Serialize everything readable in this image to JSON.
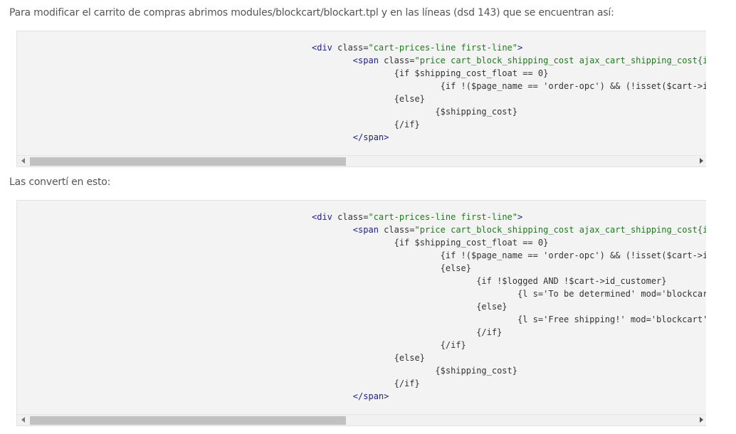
{
  "paragraphs": {
    "intro": "Para modificar el carrito de compras abrimos modules/blockcart/blockart.tpl y en las líneas (dsd 143) que se encuentran así:",
    "after": "Las convertí en esto:"
  },
  "code_block_1": {
    "lines": [
      [
        {
          "t": "tag",
          "v": "<div "
        },
        {
          "t": "attr",
          "v": "class="
        },
        {
          "t": "str",
          "v": "\"cart-prices-line first-line\""
        },
        {
          "t": "tag",
          "v": ">"
        }
      ],
      [
        {
          "t": "tpl",
          "v": "        "
        },
        {
          "t": "tag",
          "v": "<span "
        },
        {
          "t": "attr",
          "v": "class="
        },
        {
          "t": "str",
          "v": "\"price cart_block_shipping_cost ajax_cart_shipping_cost{if"
        }
      ],
      [
        {
          "t": "tpl",
          "v": "                {if $shipping_cost_float == 0}"
        }
      ],
      [
        {
          "t": "tpl",
          "v": "                         {if !($page_name == 'order-opc') && (!isset($cart->id_"
        }
      ],
      [
        {
          "t": "tpl",
          "v": "                {else}"
        }
      ],
      [
        {
          "t": "tpl",
          "v": "                        {$shipping_cost}"
        }
      ],
      [
        {
          "t": "tpl",
          "v": "                {/if}"
        }
      ],
      [
        {
          "t": "tpl",
          "v": "        "
        },
        {
          "t": "tag",
          "v": "</span>"
        }
      ]
    ]
  },
  "code_block_2": {
    "lines": [
      [
        {
          "t": "tag",
          "v": "<div "
        },
        {
          "t": "attr",
          "v": "class="
        },
        {
          "t": "str",
          "v": "\"cart-prices-line first-line\""
        },
        {
          "t": "tag",
          "v": ">"
        }
      ],
      [
        {
          "t": "tpl",
          "v": "        "
        },
        {
          "t": "tag",
          "v": "<span "
        },
        {
          "t": "attr",
          "v": "class="
        },
        {
          "t": "str",
          "v": "\"price cart_block_shipping_cost ajax_cart_shipping_cost{if"
        }
      ],
      [
        {
          "t": "tpl",
          "v": "                {if $shipping_cost_float == 0}"
        }
      ],
      [
        {
          "t": "tpl",
          "v": "                         {if !($page_name == 'order-opc') && (!isset($cart->id_"
        }
      ],
      [
        {
          "t": "tpl",
          "v": "                         {else}"
        }
      ],
      [
        {
          "t": "tpl",
          "v": "                                {if !$logged AND !$cart->id_customer}"
        }
      ],
      [
        {
          "t": "tpl",
          "v": "                                        {l s='To be determined' mod='blockcart"
        }
      ],
      [
        {
          "t": "tpl",
          "v": "                                {else}"
        }
      ],
      [
        {
          "t": "tpl",
          "v": "                                        {l s='Free shipping!' mod='blockcart'}"
        }
      ],
      [
        {
          "t": "tpl",
          "v": "                                {/if}"
        }
      ],
      [
        {
          "t": "tpl",
          "v": "                         {/if}"
        }
      ],
      [
        {
          "t": "tpl",
          "v": "                {else}"
        }
      ],
      [
        {
          "t": "tpl",
          "v": "                        {$shipping_cost}"
        }
      ],
      [
        {
          "t": "tpl",
          "v": "                {/if}"
        }
      ],
      [
        {
          "t": "tpl",
          "v": "        "
        },
        {
          "t": "tag",
          "v": "</span>"
        }
      ]
    ]
  },
  "icons": {
    "scroll_left": "scroll-left-arrow-icon",
    "scroll_right": "scroll-right-arrow-icon"
  }
}
